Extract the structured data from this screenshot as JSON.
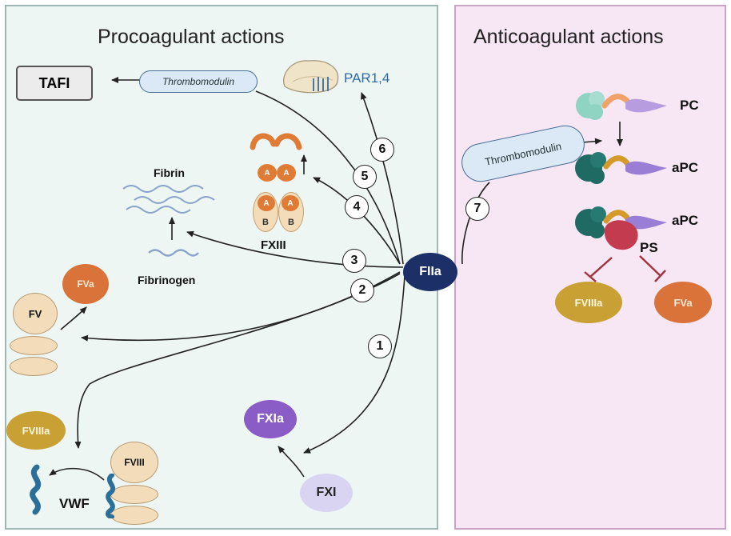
{
  "panels": {
    "procoagulant_title": "Procoagulant actions",
    "anticoagulant_title": "Anticoagulant actions"
  },
  "center": {
    "label": "FIIa"
  },
  "procoagulant": {
    "tafi": "TAFI",
    "thrombomodulin": "Thrombomodulin",
    "par": "PAR1,4",
    "fibrin": "Fibrin",
    "fibrinogen": "Fibrinogen",
    "fxiii": "FXIII",
    "fxiii_subunits": [
      "A",
      "A",
      "A",
      "A",
      "B",
      "B"
    ],
    "fv": "FV",
    "fva": "FVa",
    "fviiia": "FVIIIa",
    "fviii": "FVIII",
    "vwf": "VWF",
    "fxia": "FXIa",
    "fxi": "FXI"
  },
  "anticoagulant": {
    "thrombomodulin": "Thrombomodulin",
    "pc": "PC",
    "apc_1": "aPC",
    "apc_2": "aPC",
    "ps": "PS",
    "fviiia": "FVIIIa",
    "fva": "FVa"
  },
  "steps": [
    "1",
    "2",
    "3",
    "4",
    "5",
    "6",
    "7"
  ],
  "colors": {
    "fiia": "#1c2f66",
    "fva": "#d9733a",
    "fviiia": "#c9a034",
    "fxia": "#8a5cc6",
    "fxi": "#d9d4f1",
    "factor_beige": "#f3dcb9",
    "fxiii_orange": "#e07b35",
    "vwf_blue": "#2a6f9a",
    "pc_teal": "#1f6b63",
    "ps_red": "#c23b4e",
    "inhibit": "#a3323f"
  }
}
